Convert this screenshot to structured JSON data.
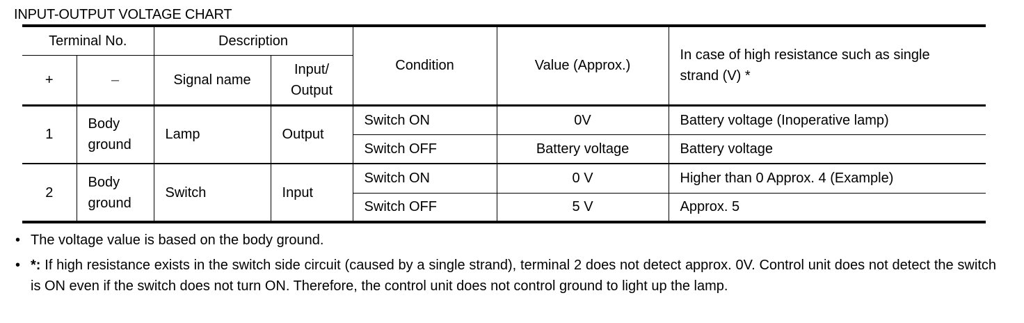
{
  "title": "INPUT-OUTPUT VOLTAGE CHART",
  "headers": {
    "terminal_no": "Terminal No.",
    "description": "Description",
    "plus": "+",
    "minus": "–",
    "signal_name": "Signal name",
    "input_output_line1": "Input/",
    "input_output_line2": "Output",
    "condition": "Condition",
    "value": "Value (Approx.)",
    "high_resistance": "In case of high resistance such as single strand (V) *"
  },
  "rows": [
    {
      "terminal_plus": "1",
      "terminal_minus_line1": "Body",
      "terminal_minus_line2": "ground",
      "signal_name": "Lamp",
      "input_output": "Output",
      "conditions": [
        {
          "condition": "Switch ON",
          "value": "0V",
          "high_resistance": "Battery voltage (Inoperative lamp)"
        },
        {
          "condition": "Switch OFF",
          "value": "Battery voltage",
          "high_resistance": "Battery voltage"
        }
      ]
    },
    {
      "terminal_plus": "2",
      "terminal_minus_line1": "Body",
      "terminal_minus_line2": "ground",
      "signal_name": "Switch",
      "input_output": "Input",
      "conditions": [
        {
          "condition": "Switch ON",
          "value": "0 V",
          "high_resistance": "Higher than 0 Approx. 4 (Example)"
        },
        {
          "condition": "Switch OFF",
          "value": "5 V",
          "high_resistance": "Approx. 5"
        }
      ]
    }
  ],
  "notes": [
    {
      "bullet": "•",
      "marker": "",
      "text": "The voltage value is based on the body ground."
    },
    {
      "bullet": "•",
      "marker": "*:",
      "text": " If high resistance exists in the switch side circuit (caused by a single strand), terminal 2 does not detect approx. 0V. Control unit does not detect the switch is ON even if the switch does not turn ON. Therefore, the control unit does not control ground to light up the lamp."
    }
  ]
}
